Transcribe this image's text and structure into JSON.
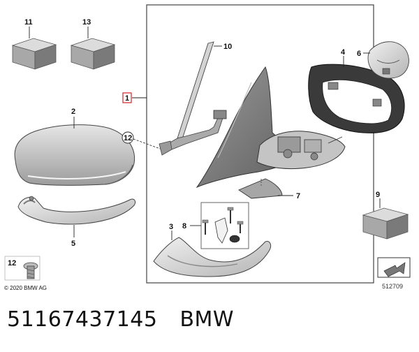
{
  "callouts": {
    "c1": "1",
    "c2": "2",
    "c3": "3",
    "c4": "4",
    "c5": "5",
    "c6": "6",
    "c7": "7",
    "c8": "8",
    "c9": "9",
    "c10": "10",
    "c11": "11",
    "c12_circle": "12",
    "c12_box": "12",
    "c13": "13"
  },
  "copyright": "© 2020 BMW AG",
  "diagram_number": "512709",
  "footer": {
    "part_number": "51167437145",
    "brand": "BMW"
  },
  "colors": {
    "highlight": "#d2232a",
    "line": "#222222",
    "part_fill": "#c9c9c9"
  }
}
